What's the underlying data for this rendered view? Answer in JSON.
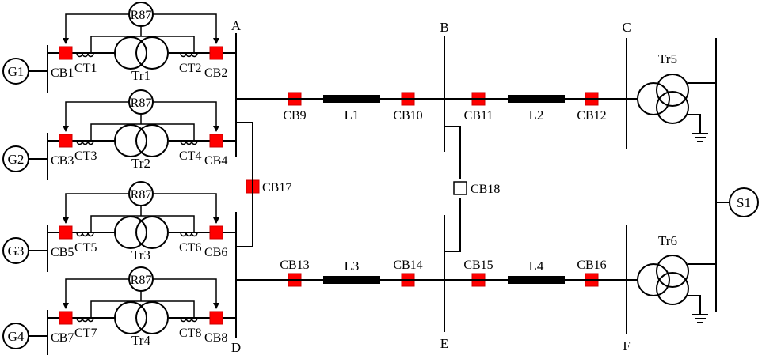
{
  "colors": {
    "line": "#000000",
    "breaker_closed": "#ff0000",
    "breaker_open": "#ffffff"
  },
  "buses": {
    "A": "A",
    "B": "B",
    "C": "C",
    "D": "D",
    "E": "E",
    "F": "F"
  },
  "generators": [
    "G1",
    "G2",
    "G3",
    "G4"
  ],
  "source": "S1",
  "relay": "R87",
  "transformers": {
    "tr1": "Tr1",
    "tr2": "Tr2",
    "tr3": "Tr3",
    "tr4": "Tr4",
    "tr5": "Tr5",
    "tr6": "Tr6"
  },
  "lines": {
    "l1": "L1",
    "l2": "L2",
    "l3": "L3",
    "l4": "L4"
  },
  "cts": [
    "CT1",
    "CT2",
    "CT3",
    "CT4",
    "CT5",
    "CT6",
    "CT7",
    "CT8"
  ],
  "breakers": {
    "cb1": "CB1",
    "cb2": "CB2",
    "cb3": "CB3",
    "cb4": "CB4",
    "cb5": "CB5",
    "cb6": "CB6",
    "cb7": "CB7",
    "cb8": "CB8",
    "cb9": "CB9",
    "cb10": "CB10",
    "cb11": "CB11",
    "cb12": "CB12",
    "cb13": "CB13",
    "cb14": "CB14",
    "cb15": "CB15",
    "cb16": "CB16",
    "cb17": "CB17",
    "cb18": "CB18"
  },
  "breaker_states": {
    "cb18": "open",
    "others": "closed"
  }
}
